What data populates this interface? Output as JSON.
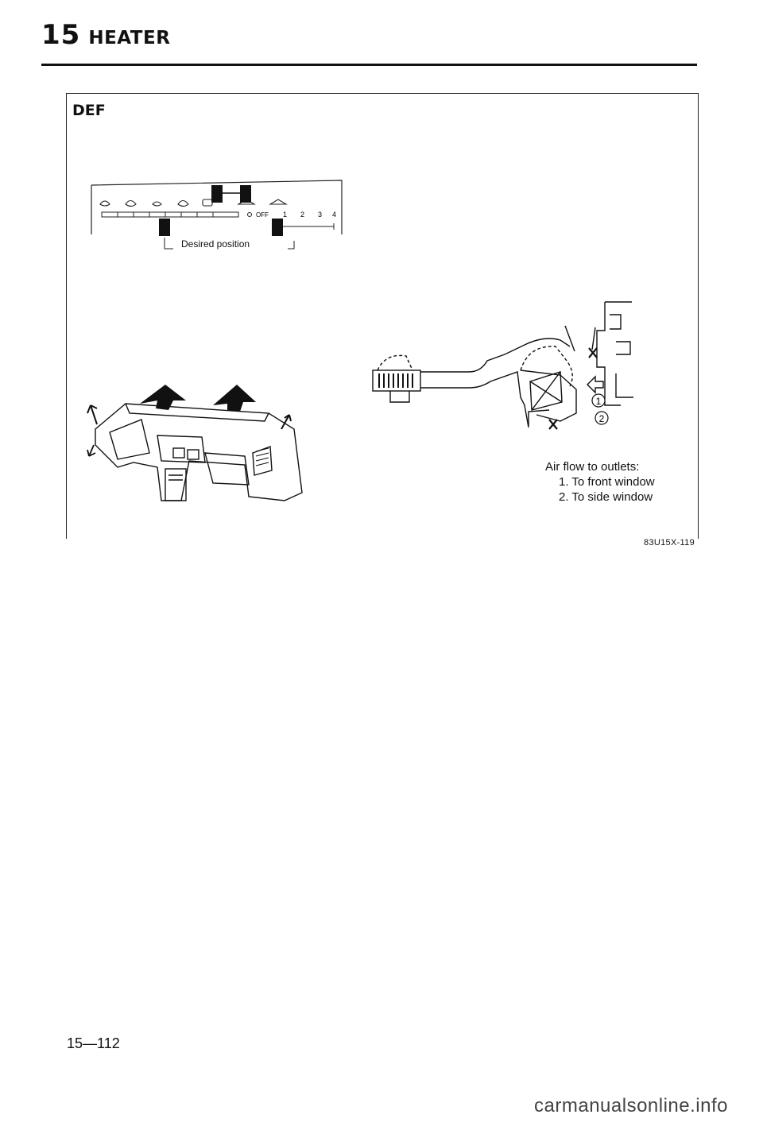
{
  "header": {
    "number": "15",
    "title": "HEATER"
  },
  "panel": {
    "label": "DEF"
  },
  "control_panel": {
    "desired_label": "Desired position",
    "fan_label": "OFF",
    "fan_speeds": [
      "1",
      "2",
      "3",
      "4"
    ]
  },
  "airflow": {
    "callouts": [
      "1",
      "2"
    ],
    "legend_title": "Air flow to outlets:",
    "items": [
      "1. To front window",
      "2. To side window"
    ]
  },
  "figure_code": "83U15X-119",
  "page_number": "15—112",
  "footer_watermark": "carmanualsonline.info"
}
